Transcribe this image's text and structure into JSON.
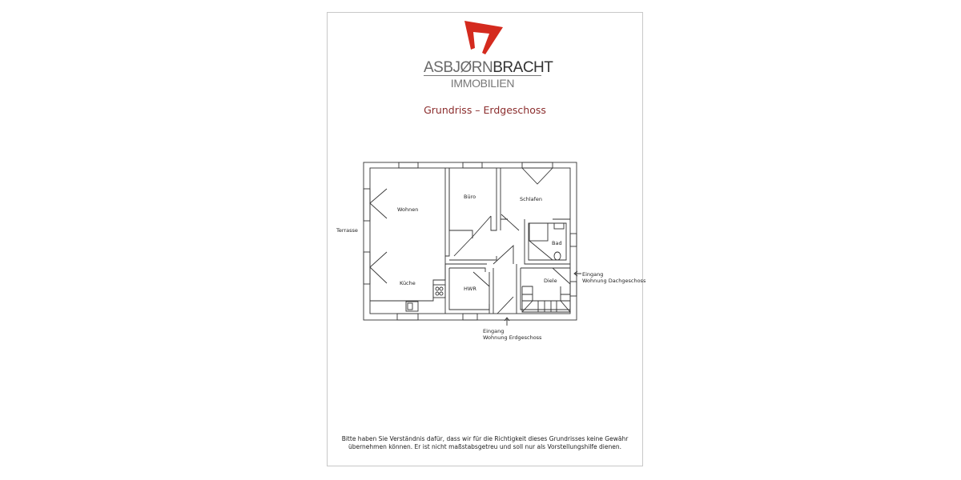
{
  "document": {
    "brand": {
      "name_light": "ASBJØRN",
      "name_bold": "BRACHT",
      "subtitle": "IMMOBILIEN",
      "logo_color": "#d42a1e"
    },
    "title": "Grundriss – Erdgeschoss",
    "title_color": "#8b2d2d",
    "floorplan": {
      "rooms": {
        "wohnen": "Wohnen",
        "kueche": "Küche",
        "buero": "Büro",
        "schlafen": "Schlafen",
        "bad": "Bad",
        "hwr": "HWR",
        "diele": "Diele"
      },
      "outside": {
        "terrasse": "Terrasse"
      },
      "entrances": {
        "dach_line1": "Eingang",
        "dach_line2": "Wohnung Dachgeschoss",
        "erd_line1": "Eingang",
        "erd_line2": "Wohnung Erdgeschoss"
      }
    },
    "disclaimer": {
      "line1": "Bitte haben Sie Verständnis dafür, dass wir für die Richtigkeit dieses Grundrisses keine Gewähr",
      "line2": "übernehmen können. Er ist nicht maßstabsgetreu und soll nur als Vorstellungshilfe dienen."
    }
  }
}
